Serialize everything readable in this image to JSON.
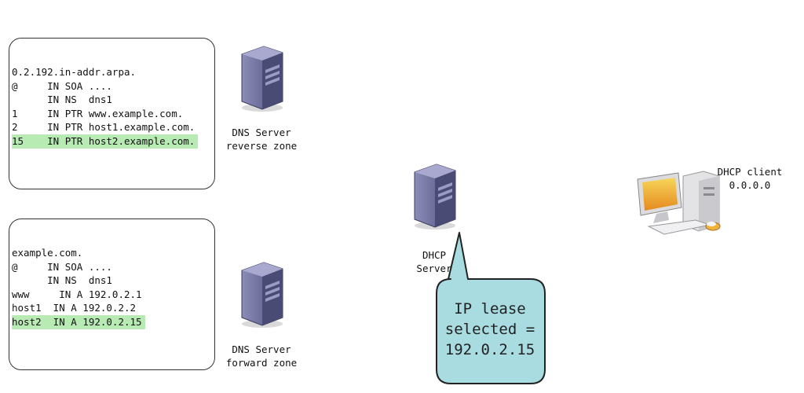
{
  "reverse_zone": {
    "lines": [
      {
        "text": "0.2.192.in-addr.arpa.",
        "highlight": false
      },
      {
        "text": "@     IN SOA ....",
        "highlight": false
      },
      {
        "text": "      IN NS  dns1",
        "highlight": false
      },
      {
        "text": "1     IN PTR www.example.com.",
        "highlight": false
      },
      {
        "text": "2     IN PTR host1.example.com.",
        "highlight": false
      },
      {
        "text": "15    IN PTR host2.example.com.",
        "highlight": true
      }
    ]
  },
  "forward_zone": {
    "lines": [
      {
        "text": "example.com.",
        "highlight": false
      },
      {
        "text": "@     IN SOA ....",
        "highlight": false
      },
      {
        "text": "      IN NS  dns1",
        "highlight": false
      },
      {
        "text": "www     IN A 192.0.2.1",
        "highlight": false
      },
      {
        "text": "host1  IN A 192.0.2.2",
        "highlight": false
      },
      {
        "text": "host2  IN A 192.0.2.15",
        "highlight": true
      }
    ]
  },
  "labels": {
    "dns_reverse": "DNS Server\nreverse zone",
    "dns_forward": "DNS Server\nforward zone",
    "dhcp_server": "DHCP\nServer",
    "dhcp_client": "DHCP client\n0.0.0.0"
  },
  "callout": {
    "text": "IP lease\nselected =\n192.0.2.15",
    "fill": "#a8dce0"
  },
  "colors": {
    "highlight": "#b8eab4",
    "server_body": "#6e6f9a"
  },
  "icons": [
    "server-icon",
    "desktop-computer-icon"
  ]
}
